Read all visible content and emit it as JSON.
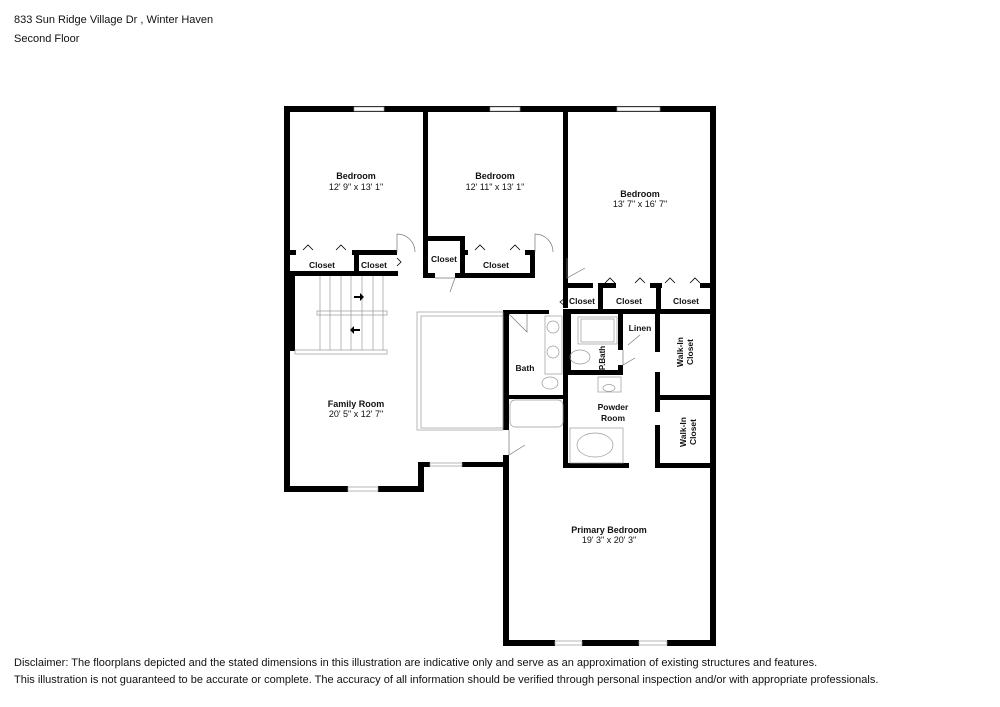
{
  "header": {
    "address": "833 Sun Ridge Village Dr , Winter Haven",
    "floor": "Second Floor"
  },
  "rooms": {
    "bedroom1": {
      "name": "Bedroom",
      "dims": "12' 9\" x 13' 1\""
    },
    "bedroom2": {
      "name": "Bedroom",
      "dims": "12' 11\" x 13' 1\""
    },
    "bedroom3": {
      "name": "Bedroom",
      "dims": "13' 7\" x 16' 7\""
    },
    "family": {
      "name": "Family Room",
      "dims": "20' 5\" x 12' 7\""
    },
    "primary": {
      "name": "Primary Bedroom",
      "dims": "19' 3\" x 20' 3\""
    }
  },
  "small_rooms": {
    "closet_b1_left": "Closet",
    "closet_b1_right": "Closet",
    "closet_b2_left": "Closet",
    "closet_b2_right": "Closet",
    "closet_b3_a": "Closet",
    "closet_b3_b": "Closet",
    "closet_b3_c": "Closet",
    "bath": "Bath",
    "pbath": "P.Bath",
    "linen": "Linen",
    "powder_1": "Powder",
    "powder_2": "Room",
    "walkin1_1": "Walk-In",
    "walkin1_2": "Closet",
    "walkin2_1": "Walk-In",
    "walkin2_2": "Closet"
  },
  "disclaimer": {
    "line1": "Disclaimer: The floorplans depicted and the stated dimensions in this illustration are indicative only and serve as an approximation of existing structures and features.",
    "line2": "This illustration is not guaranteed to be accurate or complete. The accuracy of all information should be verified through personal inspection and/or with appropriate professionals."
  },
  "colors": {
    "wall": "#000000",
    "fixture": "#999999",
    "background": "#ffffff"
  }
}
